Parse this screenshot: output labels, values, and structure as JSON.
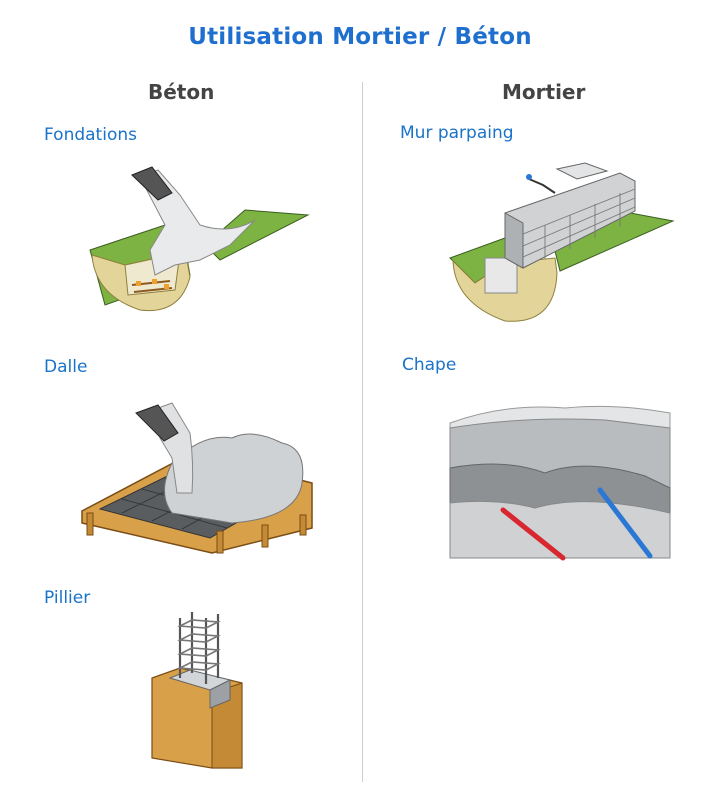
{
  "title": "Utilisation Mortier / Béton",
  "columns": {
    "beton": {
      "heading": "Béton",
      "items": [
        {
          "label": "Fondations",
          "icon": "foundation-trench-illustration"
        },
        {
          "label": "Dalle",
          "icon": "concrete-slab-illustration"
        },
        {
          "label": "Pillier",
          "icon": "pillar-formwork-illustration"
        }
      ]
    },
    "mortier": {
      "heading": "Mortier",
      "items": [
        {
          "label": "Mur parpaing",
          "icon": "block-wall-illustration"
        },
        {
          "label": "Chape",
          "icon": "screed-illustration"
        }
      ]
    }
  },
  "colors": {
    "title": "#1f6fcf",
    "label": "#1a73c9",
    "heading": "#444444",
    "grass": "#7cb342",
    "soil": "#e3d49a",
    "concrete": "#c9cccf",
    "wood": "#d9a04a",
    "pipe_red": "#d8272f",
    "pipe_blue": "#2a78d4"
  }
}
